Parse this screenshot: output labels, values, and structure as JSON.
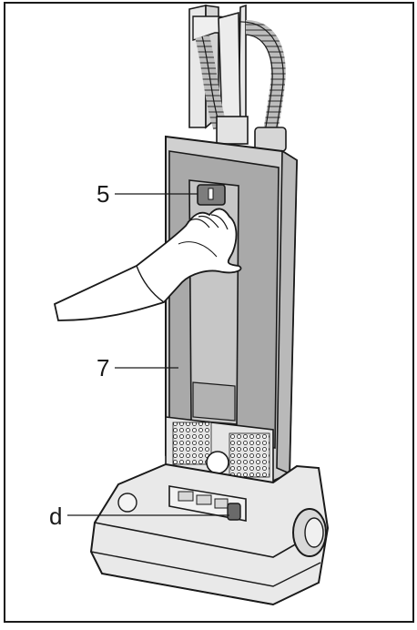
{
  "callouts": [
    {
      "id": "5",
      "label": "5"
    },
    {
      "id": "7",
      "label": "7"
    },
    {
      "id": "d",
      "label": "d"
    }
  ],
  "colors": {
    "body_gray": "#c9c9c9",
    "panel_gray": "#a7a7a7",
    "outline": "#1a1a1a",
    "white": "#ffffff"
  }
}
